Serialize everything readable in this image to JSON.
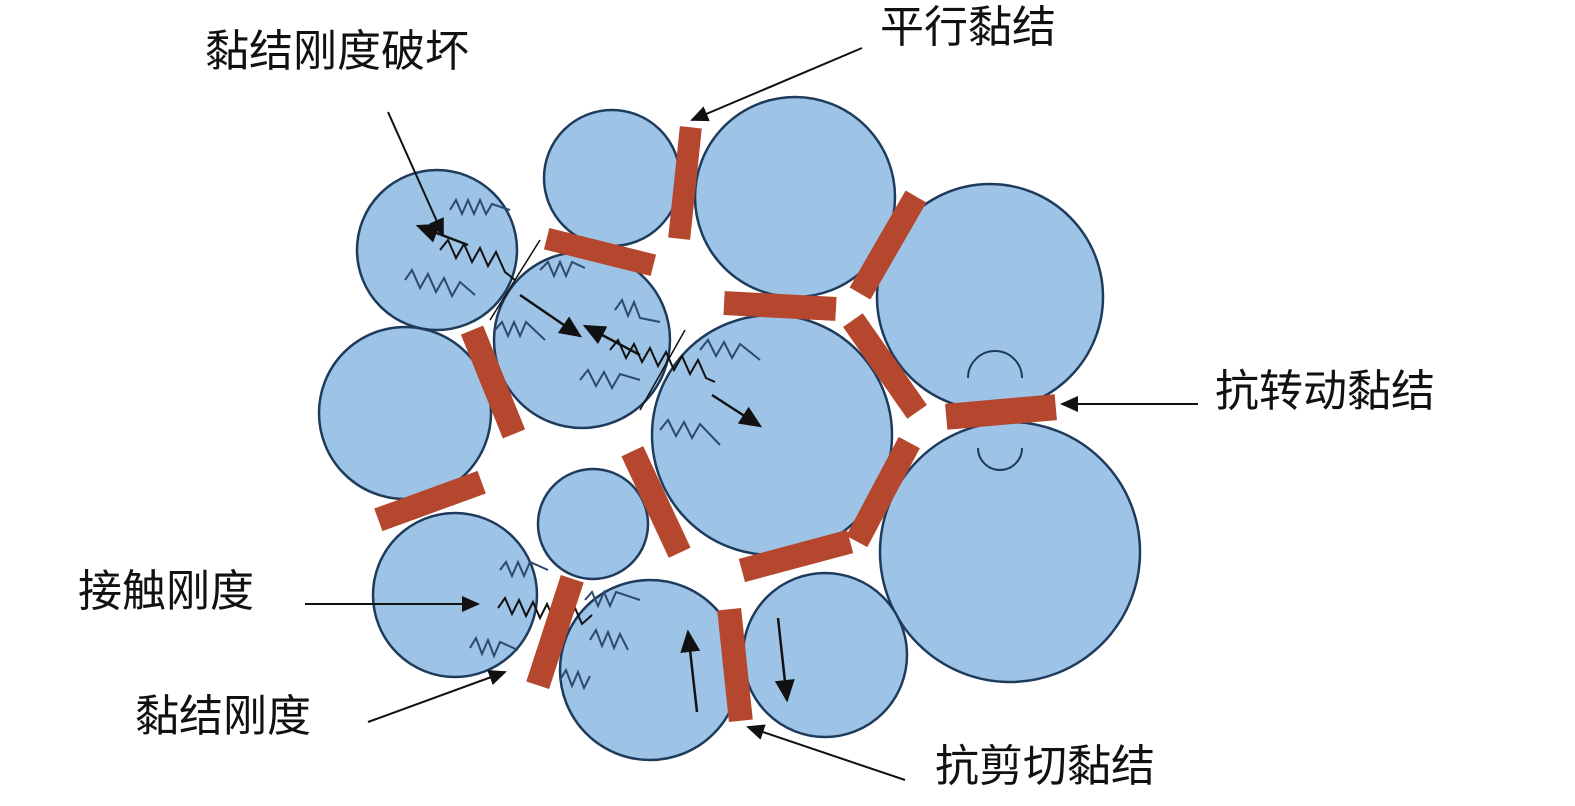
{
  "labels": {
    "bond_stiffness_failure": "黏结刚度破坏",
    "parallel_bond": "平行黏结",
    "rotation_resistant_bond": "抗转动黏结",
    "contact_stiffness": "接触刚度",
    "bond_stiffness": "黏结刚度",
    "shear_resistant_bond": "抗剪切黏结"
  },
  "colors": {
    "particle_fill": "#9DC3E6",
    "particle_stroke": "#1F3B5C",
    "bond": "#B5472E",
    "spring": "#2C4A6E",
    "text": "#111111"
  }
}
